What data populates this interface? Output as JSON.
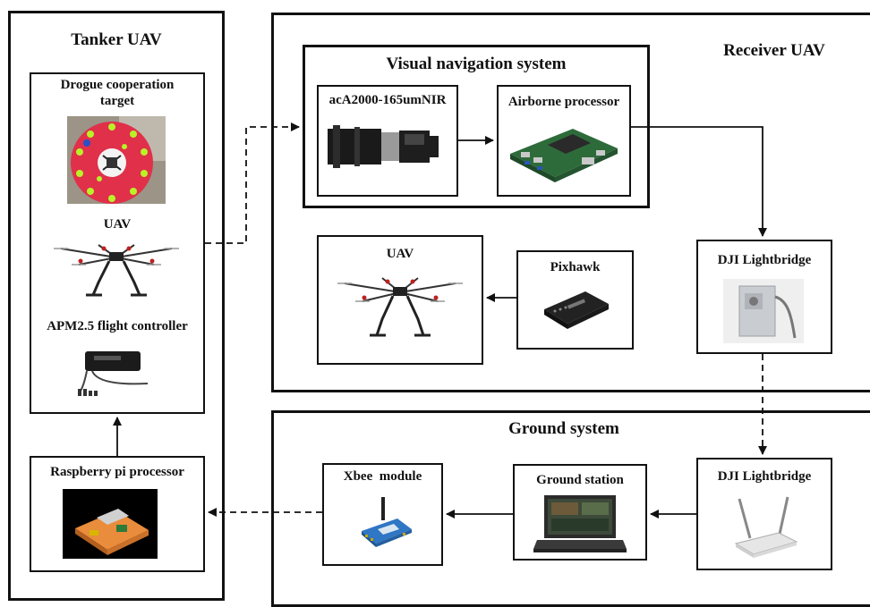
{
  "tanker": {
    "title": "Tanker UAV",
    "drogue_label": "Drogue cooperation\ntarget",
    "uav_label": "UAV",
    "apm_label": "APM2.5 flight controller"
  },
  "receiver": {
    "title": "Receiver UAV",
    "visual_nav_title": "Visual navigation system",
    "camera_label": "acA2000-165umNIR",
    "processor_label": "Airborne processor",
    "lightbridge_label": "DJI Lightbridge",
    "pixhawk_label": "Pixhawk",
    "uav_label": "UAV"
  },
  "ground": {
    "title": "Ground system",
    "lightbridge_label": "DJI Lightbridge",
    "station_label": "Ground station",
    "xbee_label": "Xbee  module",
    "raspberry_label": "Raspberry pi processor"
  },
  "colors": {
    "drogue_red": "#e0304a",
    "drogue_marker_green": "#b9f227",
    "board_green": "#2e6b3a",
    "raspberry_orange": "#e98c3b",
    "xbee_blue": "#2f76c4"
  },
  "icons": [
    "camera-icon",
    "circuit-board-icon",
    "drogue-target-icon",
    "drone-icon",
    "flight-controller-icon",
    "pixhawk-icon",
    "lightbridge-transmitter-icon",
    "router-icon",
    "laptop-icon",
    "xbee-module-icon",
    "raspberry-pi-icon"
  ]
}
